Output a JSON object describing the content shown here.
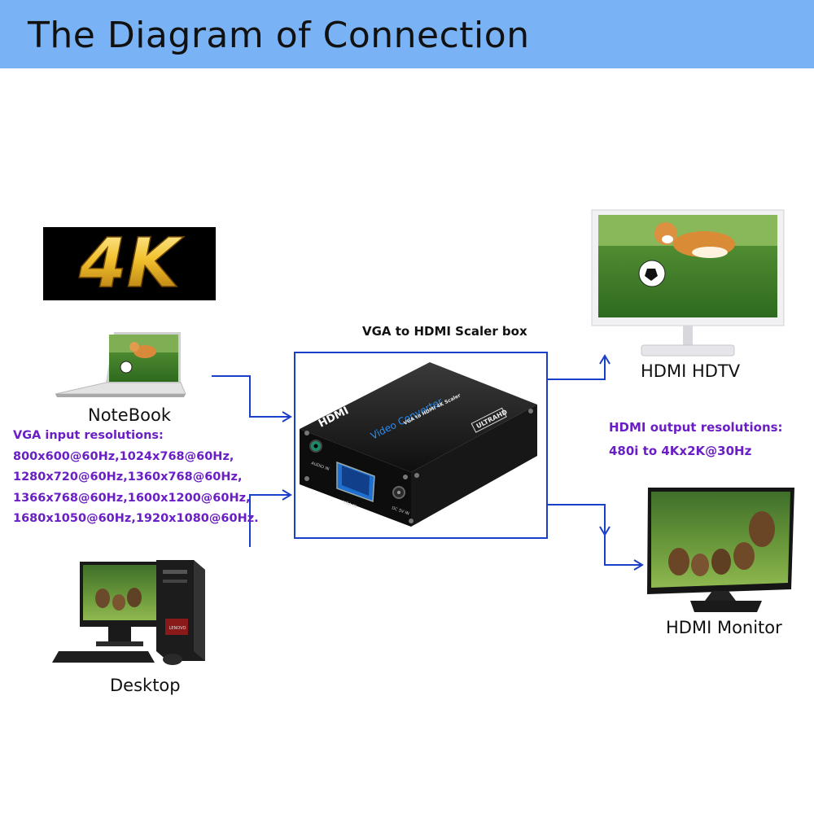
{
  "header": {
    "title": "The Diagram of Connection"
  },
  "badge": {
    "text": "4K"
  },
  "converter": {
    "box_label": "VGA to HDMI Scaler box",
    "brand": "HDMI",
    "model": "Video Converter",
    "subtitle": "VGA to HDMI 4K Scaler",
    "ultra": "ULTRAHD",
    "port_audio": "AUDIO IN",
    "port_vga": "VGA IN",
    "port_dc": "DC 5V IN"
  },
  "sources": {
    "notebook": "NoteBook",
    "desktop": "Desktop",
    "desktop_brand": "LENOVO"
  },
  "input_resolutions": {
    "title": "VGA  input  resolutions:",
    "lines": [
      "800x600@60Hz,1024x768@60Hz,",
      "1280x720@60Hz,1360x768@60Hz,",
      "1366x768@60Hz,1600x1200@60Hz,",
      "1680x1050@60Hz,1920x1080@60Hz."
    ]
  },
  "output_resolutions": {
    "title": "HDMI output resolutions:",
    "range": "480i to 4Kx2K@30Hz"
  },
  "displays": {
    "hdtv": "HDMI HDTV",
    "monitor": "HDMI Monitor"
  },
  "colors": {
    "header_bg": "#7ab3f5",
    "connector_line": "#1a3fc8",
    "resolution_text": "#6a1fc4",
    "badge_gold": "#f2c12e"
  }
}
